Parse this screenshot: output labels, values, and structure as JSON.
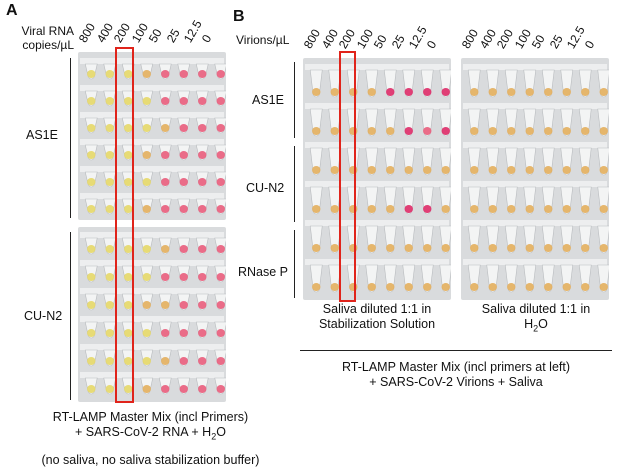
{
  "panel_a": {
    "letter": "A",
    "axis_label_line1": "Viral RNA",
    "axis_label_line2": "copies/µL",
    "ticks": [
      "800",
      "400",
      "200",
      "100",
      "50",
      "25",
      "12.5",
      "0"
    ],
    "row_labels": [
      "AS1E",
      "CU-N2"
    ],
    "caption_line1": "RT-LAMP Master Mix (incl Primers)",
    "caption_line2_pre": "+ SARS-CoV-2 RNA + H",
    "caption_line2_sub": "2",
    "caption_line2_post": "O",
    "caption_line3": "(no saliva, no saliva stabilization buffer)"
  },
  "panel_b": {
    "letter": "B",
    "axis_label": "Virions/µL",
    "ticks_left": [
      "800",
      "400",
      "200",
      "100",
      "50",
      "25",
      "12.5",
      "0"
    ],
    "ticks_right": [
      "800",
      "400",
      "200",
      "100",
      "50",
      "25",
      "12.5",
      "0"
    ],
    "row_labels": [
      "AS1E",
      "CU-N2",
      "RNase P"
    ],
    "sub_caption_left_line1": "Saliva diluted 1:1 in",
    "sub_caption_left_line2": "Stabilization Solution",
    "sub_caption_right_line1": "Saliva diluted 1:1 in",
    "sub_caption_right_line2_pre": "H",
    "sub_caption_right_line2_sub": "2",
    "sub_caption_right_line2_post": "O",
    "caption_line1": "RT-LAMP Master Mix (incl primers at left)",
    "caption_line2": "+ SARS-CoV-2 Virions + Saliva"
  },
  "colors": {
    "yellow_tube": "#e6d86a",
    "orange_tube": "#e4b060",
    "pink_tube": "#e9607e",
    "magenta_tube": "#de2f6a",
    "highlight_box": "#e0241b",
    "photo_bg": "#d9dbdd"
  }
}
